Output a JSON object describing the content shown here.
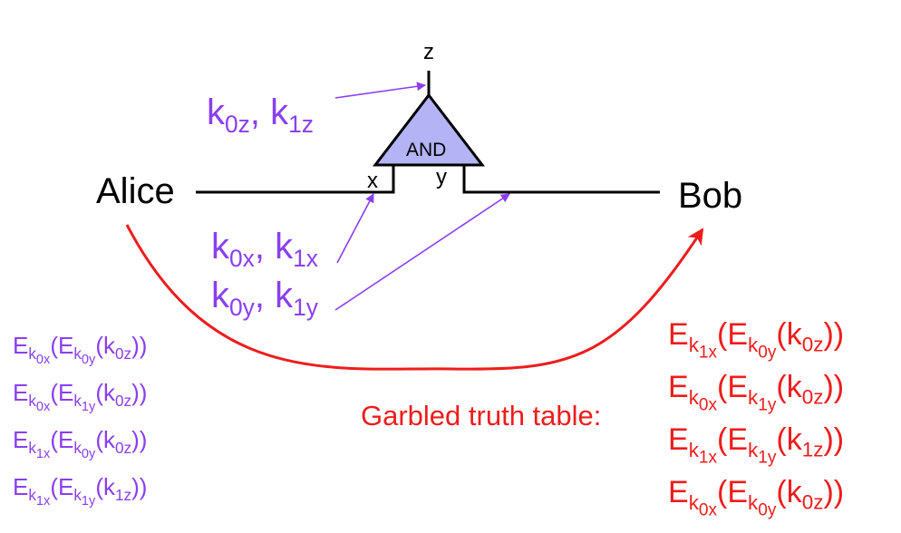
{
  "labels": {
    "alice": "Alice",
    "bob": "Bob",
    "gate": "AND",
    "input_x": "x",
    "input_y": "y",
    "output_z": "z",
    "garbled_caption": "Garbled truth table:"
  },
  "keys": {
    "output": {
      "a": "k",
      "a_sub": "0z",
      "sep": ", ",
      "b": "k",
      "b_sub": "1z"
    },
    "x": {
      "a": "k",
      "a_sub": "0x",
      "sep": ", ",
      "b": "k",
      "b_sub": "1x"
    },
    "y": {
      "a": "k",
      "a_sub": "0y",
      "sep": ", ",
      "b": "k",
      "b_sub": "1y"
    }
  },
  "truth_table_left": [
    {
      "outer": "0x",
      "inner": "0y",
      "key": "0z"
    },
    {
      "outer": "0x",
      "inner": "1y",
      "key": "0z"
    },
    {
      "outer": "1x",
      "inner": "0y",
      "key": "0z"
    },
    {
      "outer": "1x",
      "inner": "1y",
      "key": "1z"
    }
  ],
  "truth_table_right": [
    {
      "outer": "1x",
      "inner": "0y",
      "key": "0z"
    },
    {
      "outer": "0x",
      "inner": "1y",
      "key": "0z"
    },
    {
      "outer": "1x",
      "inner": "1y",
      "key": "1z"
    },
    {
      "outer": "0x",
      "inner": "0y",
      "key": "0z"
    }
  ],
  "expr_symbols": {
    "enc": "E",
    "key": "k",
    "open": "(",
    "close": ")"
  },
  "colors": {
    "keys": "#8a3ff0",
    "transfer": "#ee1c1c",
    "gate_fill": "#b3b3f5",
    "wire": "#000000"
  }
}
